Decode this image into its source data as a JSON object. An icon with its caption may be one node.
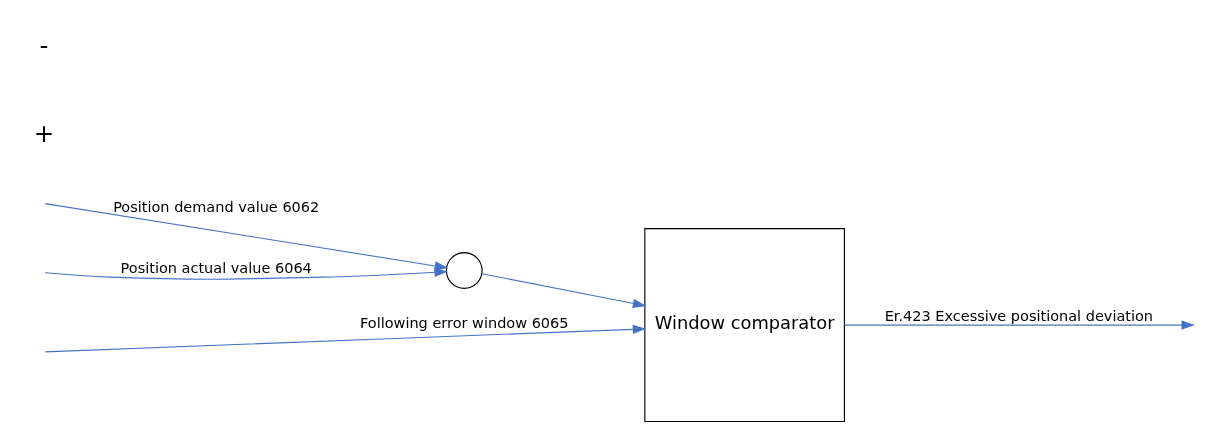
{
  "diagram": {
    "nodes": [
      {
        "text": [
          "Window comparator"
        ]
      },
      {
        "text": [],
        "shape": "circle"
      }
    ],
    "edges": [
      {
        "from": null,
        "to": 0,
        "arrow": "to",
        "label": "Following error window 6065"
      },
      {
        "from": null,
        "to": 1,
        "arrow": "to",
        "label": "Position demand value 6062"
      },
      {
        "from": null,
        "to": 1,
        "arrow": "to",
        "label": "Position actual value 6064"
      },
      {
        "from": 1,
        "to": 0,
        "arrow": "to"
      },
      {
        "from": 0,
        "to": null,
        "arrow": "to",
        "label": "Er.423 Excessive positional deviation"
      }
    ],
    "labels": [
      "+",
      "-"
    ]
  }
}
